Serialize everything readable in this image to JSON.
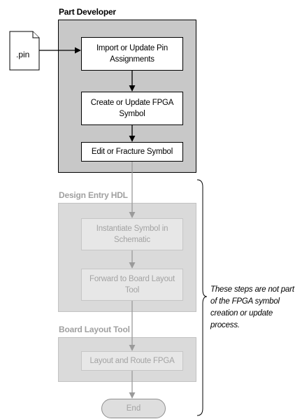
{
  "groups": {
    "part_developer": {
      "title": "Part Developer",
      "steps": [
        "Import or Update Pin Assignments",
        "Create or Update FPGA Symbol",
        "Edit or Fracture Symbol"
      ]
    },
    "design_entry": {
      "title": "Design Entry HDL",
      "steps": [
        "Instantiate Symbol in Schematic",
        "Forward to Board Layout Tool"
      ]
    },
    "board_layout": {
      "title": "Board Layout Tool",
      "steps": [
        "Layout and Route FPGA"
      ]
    }
  },
  "input_file": ".pin",
  "end_label": "End",
  "note": "These steps are not part of the FPGA symbol creation or update process.",
  "colors": {
    "active_group_fill": "#c8c8c8",
    "dimmed_group_fill": "#dadada",
    "dimmed_text": "#a3a3a3",
    "dimmed_connector": "#9a9a9a"
  }
}
